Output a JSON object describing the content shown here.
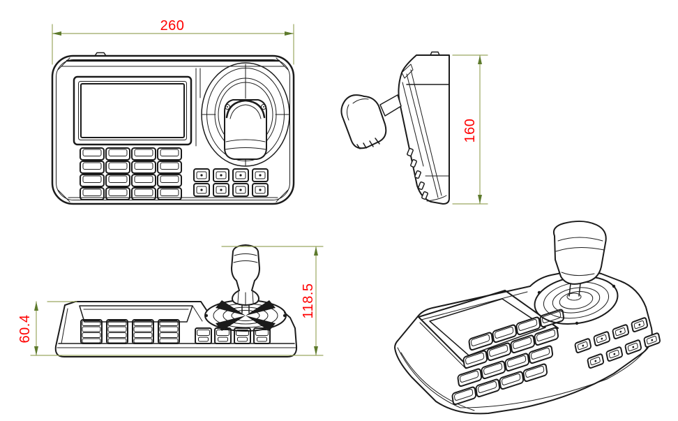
{
  "dimensions": {
    "width": "260",
    "depth": "160",
    "body_height": "60.4",
    "total_height": "118.5"
  },
  "colors": {
    "dimension_line": "#9ba760",
    "dimension_arrow": "#5d7a2c",
    "dimension_text": "#ff0000",
    "outline": "#1b1b1b",
    "background": "#ffffff"
  }
}
